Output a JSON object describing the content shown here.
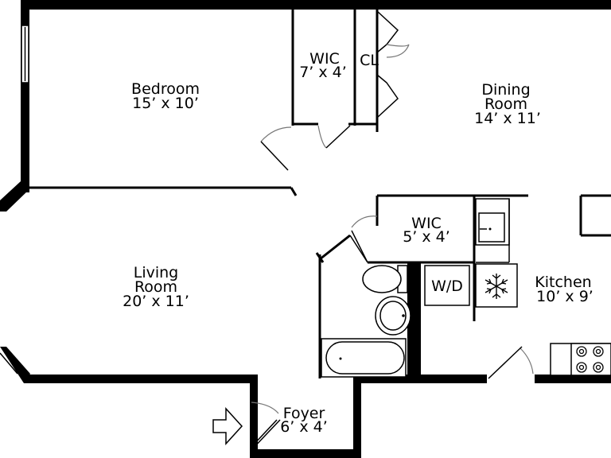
{
  "rooms": {
    "bedroom": {
      "name": "Bedroom",
      "size": "15’ x 10’"
    },
    "wic_top": {
      "name": "WIC",
      "size": "7’ x 4’"
    },
    "closet": {
      "name": "CL"
    },
    "dining": {
      "name": "Dining",
      "name2": "Room",
      "size": "14’ x 11’"
    },
    "wic_mid": {
      "name": "WIC",
      "size": "5’ x 4’"
    },
    "living": {
      "name": "Living",
      "name2": "Room",
      "size": "20’ x 11’"
    },
    "kitchen": {
      "name": "Kitchen",
      "size": "10’ x 9’"
    },
    "foyer": {
      "name": "Foyer",
      "size": "6’ x 4’"
    }
  },
  "fixtures": {
    "washer_dryer": "W/D"
  },
  "icons": {
    "entry": "entry-arrow-icon",
    "fridge": "snowflake-icon",
    "stove": "stove-burners-icon",
    "sink": "sink-icon"
  }
}
